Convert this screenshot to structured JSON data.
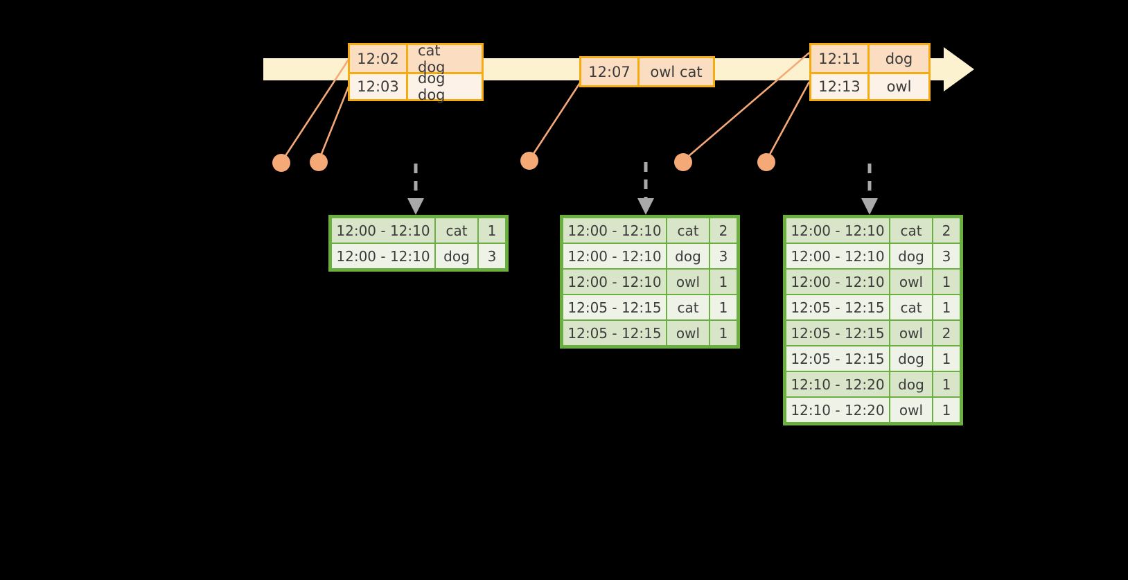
{
  "timeline": {
    "label": "event-timeline",
    "bar_color": "#fdf2cf",
    "border_color": "#f5ac13",
    "event_groups": [
      {
        "name": "event-group-1",
        "events": [
          {
            "time": "12:02",
            "words": "cat dog"
          },
          {
            "time": "12:03",
            "words": "dog dog"
          }
        ]
      },
      {
        "name": "event-group-2",
        "events": [
          {
            "time": "12:07",
            "words": "owl cat"
          }
        ]
      },
      {
        "name": "event-group-3",
        "events": [
          {
            "time": "12:11",
            "words": "dog"
          },
          {
            "time": "12:13",
            "words": "owl"
          }
        ]
      }
    ]
  },
  "markers": [
    {
      "name": "marker-12-02"
    },
    {
      "name": "marker-12-03"
    },
    {
      "name": "marker-12-07"
    },
    {
      "name": "marker-12-11"
    },
    {
      "name": "marker-12-13"
    }
  ],
  "results": {
    "accent_color": "#6aaf3f",
    "tables": [
      {
        "name": "result-table-after-1203",
        "rows": [
          {
            "window": "12:00 - 12:10",
            "key": "cat",
            "count": "1"
          },
          {
            "window": "12:00 - 12:10",
            "key": "dog",
            "count": "3"
          }
        ]
      },
      {
        "name": "result-table-after-1207",
        "rows": [
          {
            "window": "12:00 - 12:10",
            "key": "cat",
            "count": "2"
          },
          {
            "window": "12:00 - 12:10",
            "key": "dog",
            "count": "3"
          },
          {
            "window": "12:00 - 12:10",
            "key": "owl",
            "count": "1"
          },
          {
            "window": "12:05 - 12:15",
            "key": "cat",
            "count": "1"
          },
          {
            "window": "12:05 - 12:15",
            "key": "owl",
            "count": "1"
          }
        ]
      },
      {
        "name": "result-table-after-1213",
        "rows": [
          {
            "window": "12:00 - 12:10",
            "key": "cat",
            "count": "2"
          },
          {
            "window": "12:00 - 12:10",
            "key": "dog",
            "count": "3"
          },
          {
            "window": "12:00 - 12:10",
            "key": "owl",
            "count": "1"
          },
          {
            "window": "12:05 - 12:15",
            "key": "cat",
            "count": "1"
          },
          {
            "window": "12:05 - 12:15",
            "key": "owl",
            "count": "2"
          },
          {
            "window": "12:05 - 12:15",
            "key": "dog",
            "count": "1"
          },
          {
            "window": "12:10 - 12:20",
            "key": "dog",
            "count": "1"
          },
          {
            "window": "12:10 - 12:20",
            "key": "owl",
            "count": "1"
          }
        ]
      }
    ]
  }
}
